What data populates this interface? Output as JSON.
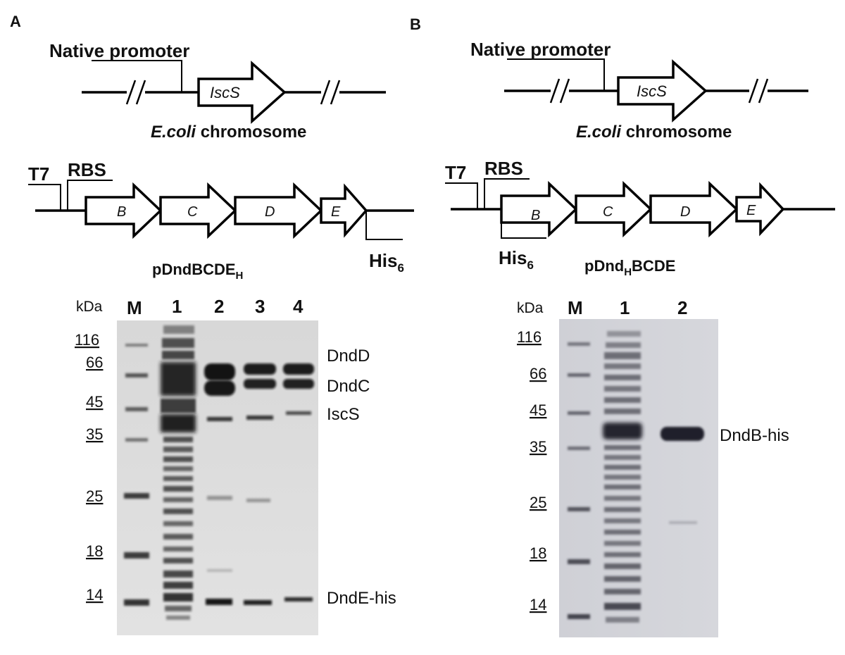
{
  "panel_a": {
    "letter": "A",
    "chromosome": {
      "promoter_label": "Native promoter",
      "gene": "IscS",
      "caption_italic": "E.coli",
      "caption_rest": " chromosome"
    },
    "plasmid": {
      "t7": "T7",
      "rbs": "RBS",
      "genes": [
        "B",
        "C",
        "D",
        "E"
      ],
      "his_base": "His",
      "his_sub": "6",
      "name_base": "pDndBCDE",
      "name_sub": "H"
    },
    "gel": {
      "unit": "kDa",
      "lanes": [
        "M",
        "1",
        "2",
        "3",
        "4"
      ],
      "markers": [
        "116",
        "66",
        "45",
        "35",
        "25",
        "18",
        "14"
      ],
      "bands": [
        "DndD",
        "DndC",
        "IscS",
        "DndE-his"
      ]
    }
  },
  "panel_b": {
    "letter": "B",
    "chromosome": {
      "promoter_label": "Native promoter",
      "gene": "IscS",
      "caption_italic": "E.coli",
      "caption_rest": " chromosome"
    },
    "plasmid": {
      "t7": "T7",
      "rbs": "RBS",
      "genes": [
        "B",
        "C",
        "D",
        "E"
      ],
      "his_base": "His",
      "his_sub": "6",
      "name_pre": "pDnd",
      "name_sub": "H",
      "name_post": "BCDE"
    },
    "gel": {
      "unit": "kDa",
      "lanes": [
        "M",
        "1",
        "2"
      ],
      "markers": [
        "116",
        "66",
        "45",
        "35",
        "25",
        "18",
        "14"
      ],
      "bands": [
        "DndB-his"
      ]
    }
  },
  "colors": {
    "gel_background": "#dcdcdc",
    "band": "#1a1a1a",
    "line": "#000000"
  }
}
